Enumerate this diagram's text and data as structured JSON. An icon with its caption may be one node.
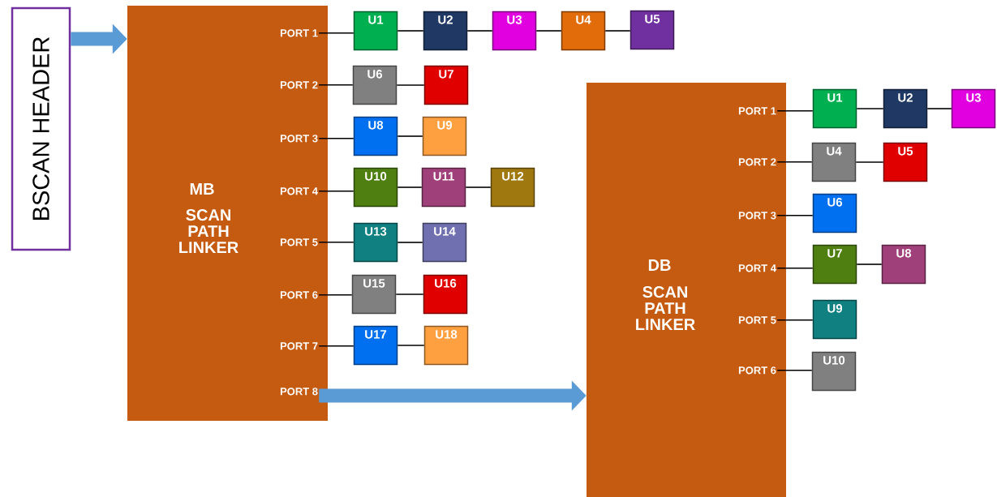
{
  "diagram": {
    "nodes": [
      {
        "text": [
          "BSCAN HEADER"
        ]
      },
      {
        "text": [
          "MB",
          "SCAN PATH LINKER"
        ]
      },
      {
        "text": [
          "PORT 1"
        ],
        "in": 1
      },
      {
        "text": [
          "PORT 2"
        ],
        "in": 1
      },
      {
        "text": [
          "PORT 3"
        ],
        "in": 1
      },
      {
        "text": [
          "PORT 4"
        ],
        "in": 1
      },
      {
        "text": [
          "PORT 5"
        ],
        "in": 1
      },
      {
        "text": [
          "PORT 6"
        ],
        "in": 1
      },
      {
        "text": [
          "PORT 7"
        ],
        "in": 1
      },
      {
        "text": [
          "PORT 8"
        ],
        "in": 1
      },
      {
        "text": [
          "U1"
        ]
      },
      {
        "text": [
          "U2"
        ]
      },
      {
        "text": [
          "U3"
        ]
      },
      {
        "text": [
          "U4"
        ]
      },
      {
        "text": [
          "U5"
        ]
      },
      {
        "text": [
          "U6"
        ]
      },
      {
        "text": [
          "U7"
        ]
      },
      {
        "text": [
          "U8"
        ]
      },
      {
        "text": [
          "U9"
        ]
      },
      {
        "text": [
          "U10"
        ]
      },
      {
        "text": [
          "U11"
        ]
      },
      {
        "text": [
          "U12"
        ]
      },
      {
        "text": [
          "U13"
        ]
      },
      {
        "text": [
          "U14"
        ]
      },
      {
        "text": [
          "U15"
        ]
      },
      {
        "text": [
          "U16"
        ]
      },
      {
        "text": [
          "U17"
        ]
      },
      {
        "text": [
          "U18"
        ]
      },
      {
        "text": [
          "DB",
          "SCAN PATH LINKER"
        ]
      },
      {
        "text": [
          "PORT 1"
        ],
        "in": 28
      },
      {
        "text": [
          "PORT 2"
        ],
        "in": 28
      },
      {
        "text": [
          "PORT 3"
        ],
        "in": 28
      },
      {
        "text": [
          "PORT 4"
        ],
        "in": 28
      },
      {
        "text": [
          "PORT 5"
        ],
        "in": 28
      },
      {
        "text": [
          "PORT 6"
        ],
        "in": 28
      },
      {
        "text": [
          "U1"
        ]
      },
      {
        "text": [
          "U2"
        ]
      },
      {
        "text": [
          "U3"
        ]
      },
      {
        "text": [
          "U4"
        ]
      },
      {
        "text": [
          "U5"
        ]
      },
      {
        "text": [
          "U6"
        ]
      },
      {
        "text": [
          "U7"
        ]
      },
      {
        "text": [
          "U8"
        ]
      },
      {
        "text": [
          "U9"
        ]
      },
      {
        "text": [
          "U10"
        ]
      }
    ],
    "edges": [
      {
        "from": 0,
        "to": 1,
        "arrow": "to",
        "style": "thick",
        "color": "#5b9bd5"
      },
      {
        "from": 2,
        "to": 10,
        "arrow": "none"
      },
      {
        "from": 10,
        "to": 11,
        "arrow": "none"
      },
      {
        "from": 11,
        "to": 12,
        "arrow": "none"
      },
      {
        "from": 12,
        "to": 13,
        "arrow": "none"
      },
      {
        "from": 13,
        "to": 14,
        "arrow": "none"
      },
      {
        "from": 3,
        "to": 15,
        "arrow": "none"
      },
      {
        "from": 15,
        "to": 16,
        "arrow": "none"
      },
      {
        "from": 4,
        "to": 17,
        "arrow": "none"
      },
      {
        "from": 17,
        "to": 18,
        "arrow": "none"
      },
      {
        "from": 5,
        "to": 19,
        "arrow": "none"
      },
      {
        "from": 19,
        "to": 20,
        "arrow": "none"
      },
      {
        "from": 20,
        "to": 21,
        "arrow": "none"
      },
      {
        "from": 6,
        "to": 22,
        "arrow": "none"
      },
      {
        "from": 22,
        "to": 23,
        "arrow": "none"
      },
      {
        "from": 7,
        "to": 24,
        "arrow": "none"
      },
      {
        "from": 24,
        "to": 25,
        "arrow": "none"
      },
      {
        "from": 8,
        "to": 26,
        "arrow": "none"
      },
      {
        "from": 26,
        "to": 27,
        "arrow": "none"
      },
      {
        "from": 9,
        "to": 28,
        "arrow": "to",
        "style": "thick",
        "color": "#5b9bd5"
      },
      {
        "from": 29,
        "to": 35,
        "arrow": "none"
      },
      {
        "from": 35,
        "to": 36,
        "arrow": "none"
      },
      {
        "from": 36,
        "to": 37,
        "arrow": "none"
      },
      {
        "from": 30,
        "to": 38,
        "arrow": "none"
      },
      {
        "from": 38,
        "to": 39,
        "arrow": "none"
      },
      {
        "from": 31,
        "to": 40,
        "arrow": "none"
      },
      {
        "from": 32,
        "to": 41,
        "arrow": "none"
      },
      {
        "from": 41,
        "to": 42,
        "arrow": "none"
      },
      {
        "from": 33,
        "to": 43,
        "arrow": "none"
      },
      {
        "from": 34,
        "to": 44,
        "arrow": "none"
      }
    ]
  }
}
